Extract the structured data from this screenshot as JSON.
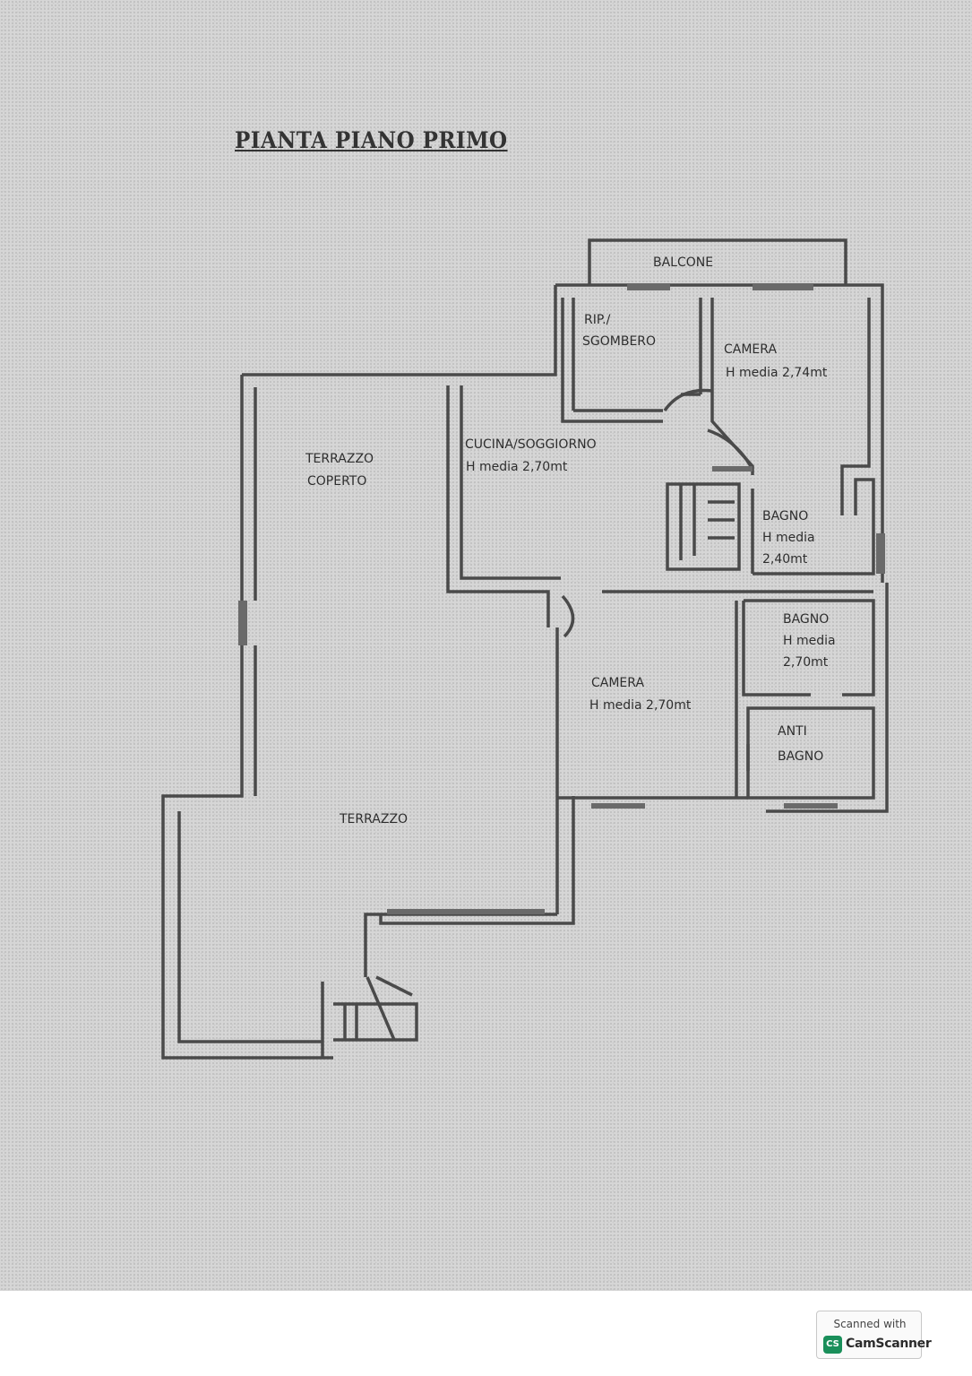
{
  "title": "PIANTA PIANO PRIMO",
  "rooms": {
    "balcone": "BALCONE",
    "rip_line1": "RIP./",
    "rip_line2": "SGOMBERO",
    "camera1_name": "CAMERA",
    "camera1_height": "H media 2,74mt",
    "cucina_name": "CUCINA/SOGGIORNO",
    "cucina_height": "H media 2,70mt",
    "terrazzo_coperto_line1": "TERRAZZO",
    "terrazzo_coperto_line2": "COPERTO",
    "bagno1_name": "BAGNO",
    "bagno1_h1": "H media",
    "bagno1_h2": "2,40mt",
    "bagno2_name": "BAGNO",
    "bagno2_h1": "H media",
    "bagno2_h2": "2,70mt",
    "camera2_name": "CAMERA",
    "camera2_height": "H media 2,70mt",
    "antibagno_line1": "ANTI",
    "antibagno_line2": "BAGNO",
    "terrazzo": "TERRAZZO"
  },
  "badge": {
    "scanned_with": "Scanned with",
    "logo_letters": "CS",
    "brand": "CamScanner"
  }
}
